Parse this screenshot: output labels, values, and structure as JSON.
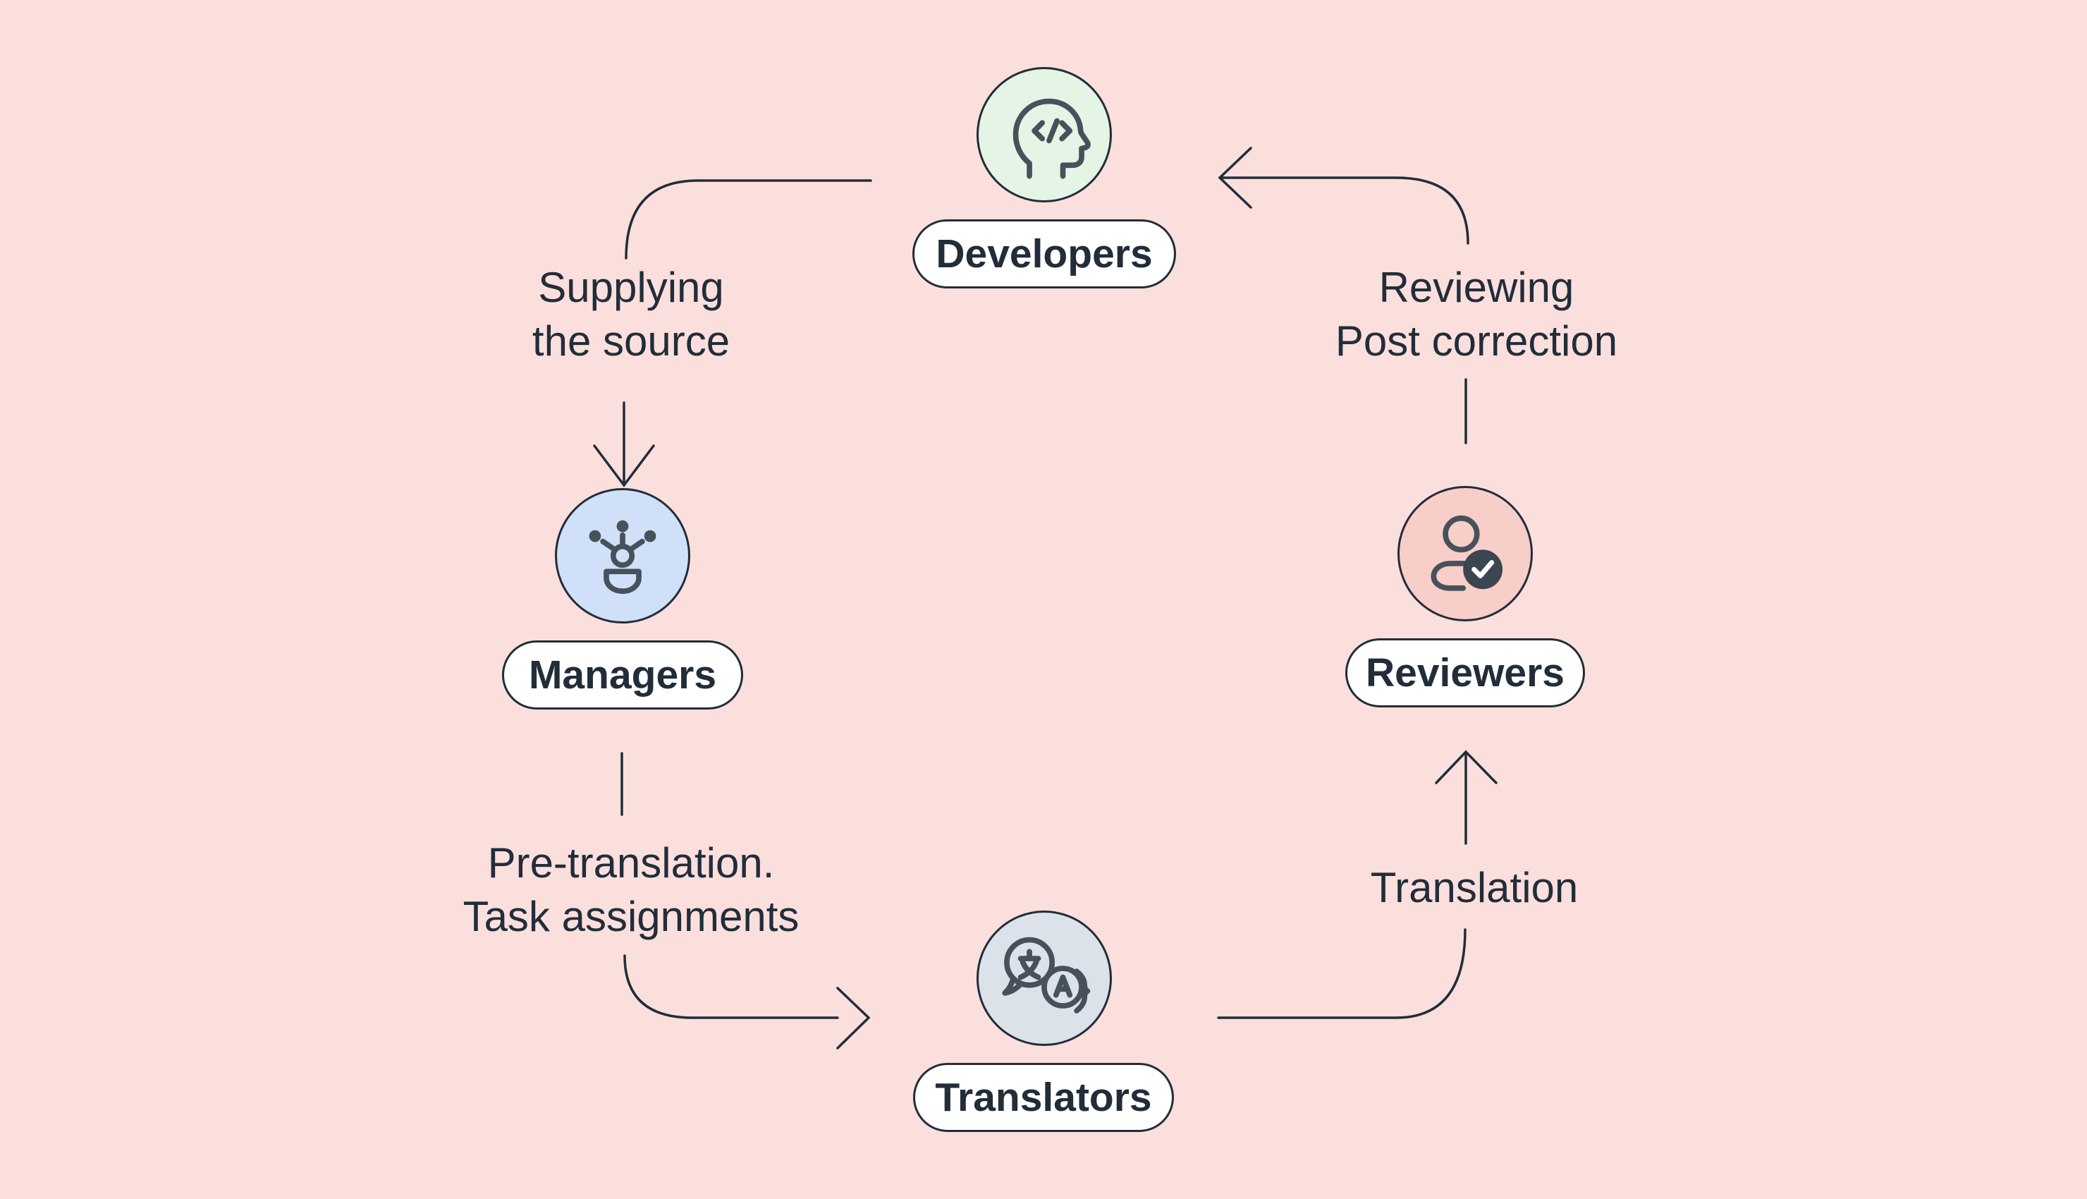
{
  "diagram": {
    "title_hint": "localization workflow cycle",
    "background_color": "#fbdfdd",
    "stroke_color": "#222d3a",
    "icon_color": "#47515b",
    "badge_color": "#3c4650",
    "pill_background": "#ffffff",
    "nodes": [
      {
        "id": "developers",
        "label": "Developers",
        "circle_color": "#e4f4e5",
        "icon": "developer-head-code-icon"
      },
      {
        "id": "managers",
        "label": "Managers",
        "circle_color": "#cfe0f8",
        "icon": "manager-delegation-icon"
      },
      {
        "id": "reviewers",
        "label": "Reviewers",
        "circle_color": "#f8cec8",
        "icon": "reviewer-approved-icon"
      },
      {
        "id": "translators",
        "label": "Translators",
        "circle_color": "#dbe2ea",
        "icon": "translator-languages-icon"
      }
    ],
    "edges": [
      {
        "from": "developers",
        "to": "managers",
        "label_line1": "Supplying",
        "label_line2": "the source"
      },
      {
        "from": "managers",
        "to": "translators",
        "label_line1": "Pre-translation.",
        "label_line2": "Task assignments"
      },
      {
        "from": "translators",
        "to": "reviewers",
        "label_line1": "Translation",
        "label_line2": ""
      },
      {
        "from": "reviewers",
        "to": "developers",
        "label_line1": "Reviewing",
        "label_line2": "Post correction"
      }
    ]
  }
}
